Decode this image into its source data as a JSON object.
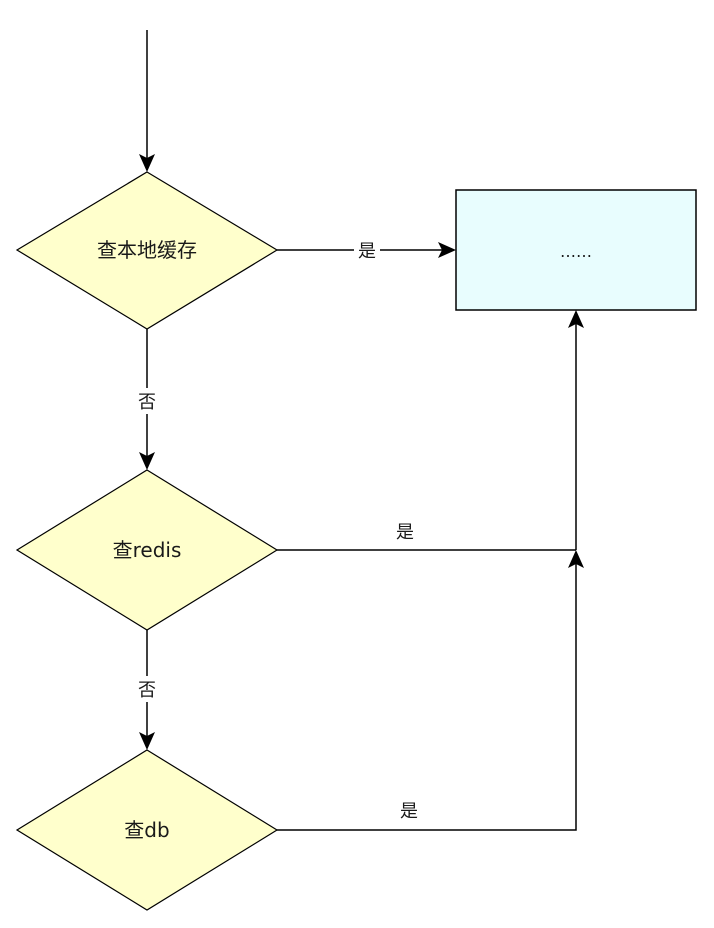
{
  "nodes": {
    "check_local_cache": {
      "label": "查本地缓存"
    },
    "check_redis": {
      "label": "查redis"
    },
    "check_db": {
      "label": "查db"
    },
    "result": {
      "label": "……"
    }
  },
  "edges": {
    "local_yes": "是",
    "local_no": "否",
    "redis_yes": "是",
    "redis_no": "否",
    "db_yes": "是"
  },
  "colors": {
    "decision_fill": "#FFFFCC",
    "process_fill": "#E8FDFE",
    "stroke": "#000000"
  }
}
